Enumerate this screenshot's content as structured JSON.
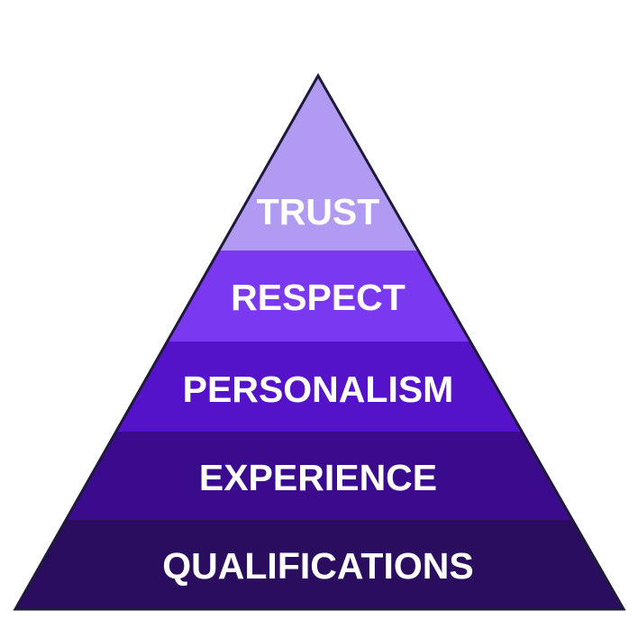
{
  "diagram": {
    "outline_color": "#1f1a3a",
    "label_color": "#ffffff",
    "tiers": [
      {
        "label": "TRUST",
        "color": "#b19af2"
      },
      {
        "label": "RESPECT",
        "color": "#7a38f0"
      },
      {
        "label": "PERSONALISM",
        "color": "#5412c9"
      },
      {
        "label": "EXPERIENCE",
        "color": "#3a0b8d"
      },
      {
        "label": "QUALIFICATIONS",
        "color": "#2a0d5f"
      }
    ]
  }
}
